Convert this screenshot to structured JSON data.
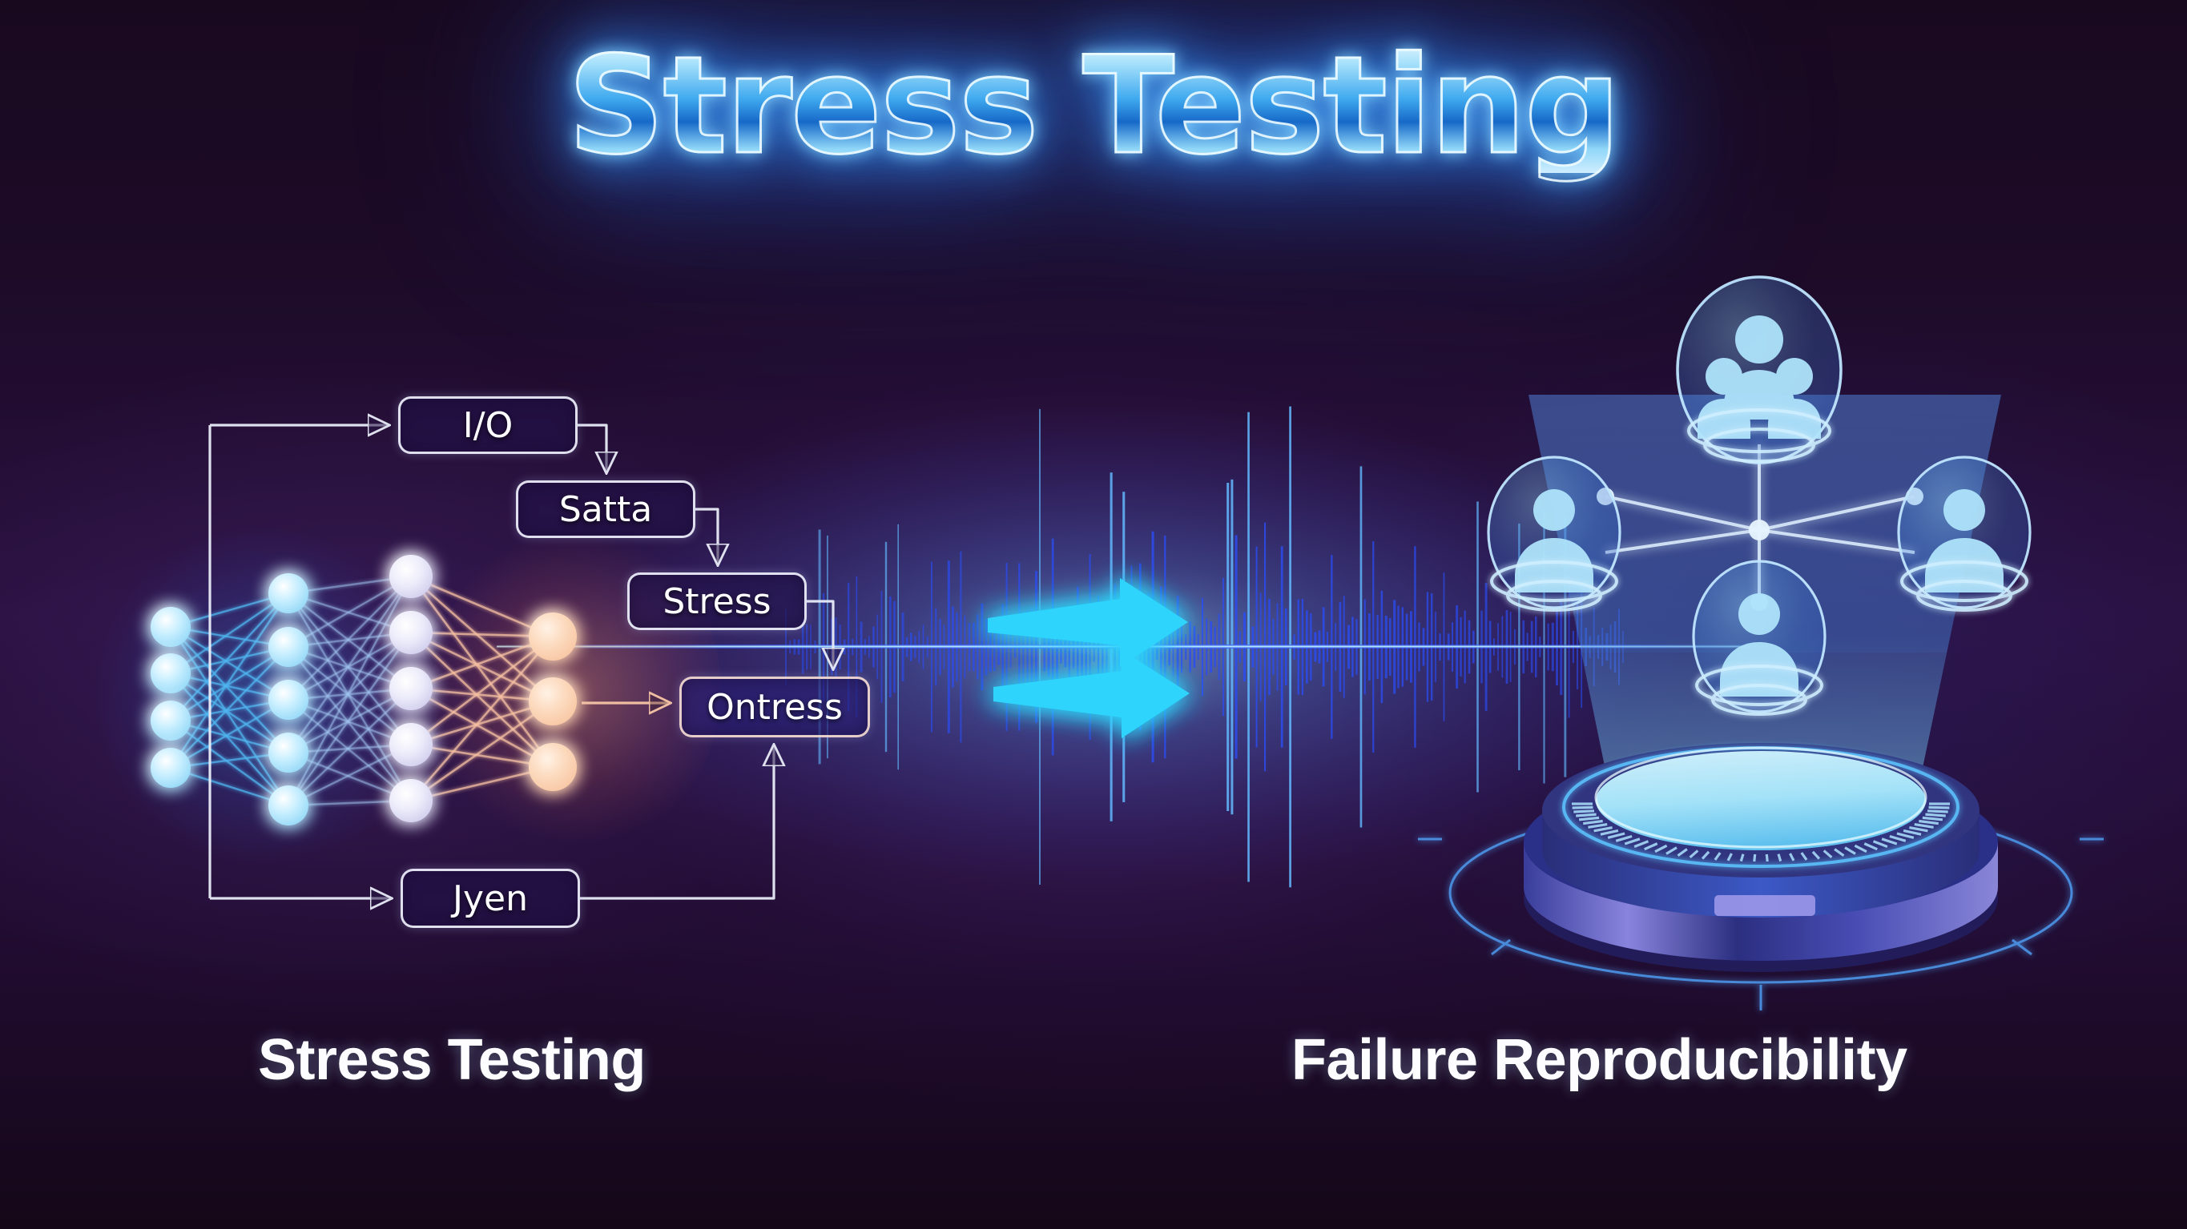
{
  "title": {
    "text": "Stress Testing"
  },
  "captions": {
    "left": "Stress Testing",
    "right": "Failure Reproducibility"
  },
  "flowchart": {
    "boxes": [
      {
        "id": "io",
        "label": "I/O"
      },
      {
        "id": "satta",
        "label": "Satta"
      },
      {
        "id": "stress",
        "label": "Stress"
      },
      {
        "id": "ontress",
        "label": "Ontress"
      },
      {
        "id": "jyen",
        "label": "Jyen"
      }
    ],
    "connections": [
      {
        "from": "bus",
        "to": "io",
        "style": "arrow"
      },
      {
        "from": "io",
        "to": "satta",
        "style": "arrow"
      },
      {
        "from": "satta",
        "to": "stress",
        "style": "arrow"
      },
      {
        "from": "stress",
        "to": "ontress",
        "style": "arrow"
      },
      {
        "from": "network",
        "to": "ontress",
        "style": "arrow-peach"
      },
      {
        "from": "bus",
        "to": "jyen",
        "style": "arrow"
      },
      {
        "from": "jyen",
        "to": "ontress",
        "style": "arrow"
      }
    ]
  },
  "neural_network": {
    "layers": [
      {
        "name": "input",
        "nodes": 4,
        "color": "#c5ecfb"
      },
      {
        "name": "hidden-1",
        "nodes": 5,
        "color": "#bfe9fb"
      },
      {
        "name": "hidden-2",
        "nodes": 5,
        "color": "#e4e2f7"
      },
      {
        "name": "output",
        "nodes": 3,
        "color": "#fbd8bd"
      }
    ],
    "edge_colors": {
      "left": "#4fb4ef",
      "right": "#f6c0a2"
    }
  },
  "transition_arrows": {
    "count": 2,
    "direction": "right",
    "color": "#2ed4fb"
  },
  "waveform": {
    "center_line_color": "#79e4ff",
    "spike_color": "#2b4cf0"
  },
  "hologram": {
    "nodes": [
      {
        "id": "root",
        "icon": "users-group-icon"
      },
      {
        "id": "left",
        "icon": "user-icon"
      },
      {
        "id": "right",
        "icon": "user-icon"
      },
      {
        "id": "child",
        "icon": "user-icon"
      }
    ],
    "projector": {
      "label": "holographic-projector-base"
    }
  },
  "colors": {
    "background": "#2a1040",
    "neon_blue": "#3fa9ef",
    "cyan_accent": "#2ed4fb",
    "peach": "#f6c0a2",
    "text_white": "#ffffff"
  }
}
